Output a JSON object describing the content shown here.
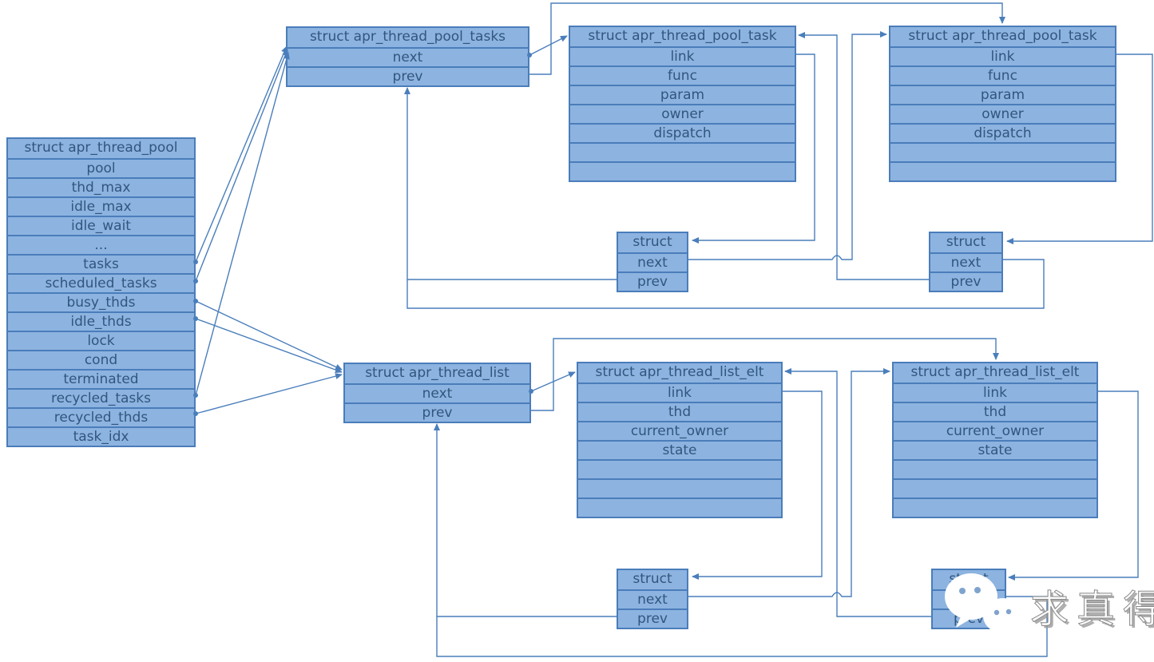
{
  "structs": {
    "pool": {
      "title": "struct apr_thread_pool",
      "fields": [
        "pool",
        "thd_max",
        "idle_max",
        "idle_wait",
        "...",
        "tasks",
        "scheduled_tasks",
        "busy_thds",
        "idle_thds",
        "lock",
        "cond",
        "terminated",
        "recycled_tasks",
        "recycled_thds",
        "task_idx"
      ]
    },
    "pool_tasks": {
      "title": "struct apr_thread_pool_tasks",
      "fields": [
        "next",
        "prev"
      ]
    },
    "pool_task": {
      "title": "struct apr_thread_pool_task",
      "fields": [
        "link",
        "func",
        "param",
        "owner",
        "dispatch"
      ]
    },
    "thread_list": {
      "title": "struct apr_thread_list",
      "fields": [
        "next",
        "prev"
      ]
    },
    "list_elt": {
      "title": "struct apr_thread_list_elt",
      "fields": [
        "link",
        "thd",
        "current_owner",
        "state"
      ]
    },
    "link_node": {
      "title": "struct",
      "fields": [
        "next",
        "prev"
      ]
    }
  },
  "colors": {
    "box_fill": "#8db3e0",
    "box_border": "#4a7dba",
    "text": "#31567e",
    "connector": "#4a7ebb"
  },
  "watermark": {
    "text": "求真得真",
    "icon": "wechat-icon"
  }
}
